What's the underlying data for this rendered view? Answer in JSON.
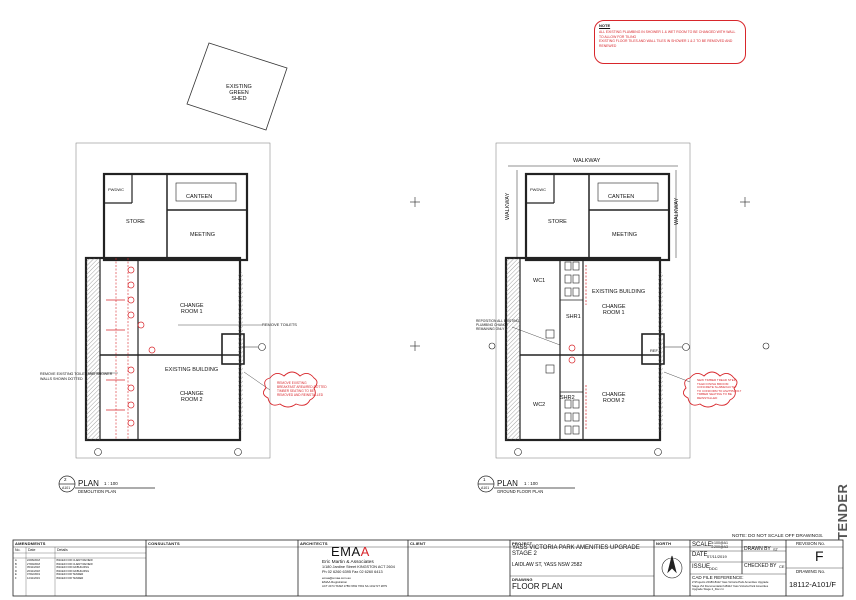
{
  "drawing": {
    "shed_label": [
      "EXISTING",
      "GREEN",
      "SHED"
    ],
    "note": {
      "title": "NOTE",
      "lines": [
        "ALL EXISTING PLUMBING IN SHOWER 1 & WET ROOM TO BE CHANGED WITH WALL",
        "TO ALLOW FOR TILING",
        "EXISTING FLOOR TILES AND WALL TILES IN SHOWER 1 & 2 TO BE REMOVED AND",
        "RENEWED"
      ]
    },
    "left_plan": {
      "rooms": {
        "pwdwc": "PWDWC",
        "canteen": "CANTEEN",
        "store": "STORE",
        "meeting": "MEETING",
        "change1": [
          "CHANGE",
          "ROOM 1"
        ],
        "existing": "EXISTING BUILDING",
        "change2": [
          "CHANGE",
          "ROOM 2"
        ]
      },
      "annotations": {
        "remove_toilets": "REMOVE TOILETS",
        "remove_existing": [
          "REMOVE EXISTING TOILET AND SHOWER",
          "WALLS SHOWN DOTTED"
        ],
        "cloud_note": [
          "REMOVE EXISTING",
          "BREAKFAST AREA/RED DOTTED",
          "TIMBER SEATING TO BE",
          "REMOVED AND REINSTALLED"
        ]
      },
      "title": {
        "number": "2",
        "sheet": "A101",
        "plan": "PLAN",
        "scale": "1 : 100",
        "subtitle": "DEMOLITION PLAN"
      }
    },
    "right_plan": {
      "rooms": {
        "walkway": "WALKWAY",
        "walkway_left": "WALKWAY",
        "walkway_right": "WALKWAY",
        "pwdwc": "PWDWC",
        "canteen": "CANTEEN",
        "store": "STORE",
        "meeting": "MEETING",
        "wc1": "WC1",
        "existing": "EXISTING BUILDING",
        "change1": [
          "CHANGE",
          "ROOM 1"
        ],
        "shr1": "SHR1",
        "ref": "REF",
        "wc2": "WC2",
        "shr2": "SHR2",
        "change2": [
          "CHANGE",
          "ROOM 2"
        ]
      },
      "annotations": {
        "reposition": [
          "REPOSITION ALL EXISTING",
          "PLUMBING CHANGE",
          "REMAINING ONLY"
        ],
        "cloud_note": [
          "NEW TIMBER TREAD STEP,",
          "TILED FINISH BROOM",
          "CONCRETE SLAB/EXACTLY",
          "TO CONFORM TO AS2755-2017",
          "TIMBER SEATING TO BE",
          "REINSTALLED"
        ]
      },
      "title": {
        "number": "1",
        "sheet": "A101",
        "plan": "PLAN",
        "scale": "1 : 100",
        "subtitle": "GROUND FLOOR PLAN"
      }
    },
    "do_not_scale": "NOTE: DO NOT SCALE OFF DRAWINGS.",
    "tender": "TENDER"
  },
  "title_block": {
    "amendments": {
      "label": "AMENDMENTS",
      "headers": [
        "No.",
        "Date",
        "Details"
      ],
      "rows": [
        [
          "A",
          "22/08/2018",
          "ISSUED FOR CLIENT REVIEW"
        ],
        [
          "B",
          "27/09/2018",
          "ISSUED FOR CLIENT REVIEW"
        ],
        [
          "C",
          "05/11/2018",
          "ISSUED FOR DA/BUILDING"
        ],
        [
          "D",
          "26/11/2018",
          "ISSUED FOR DA/BUILDING"
        ],
        [
          "E",
          "07/02/2019",
          "ISSUED FOR TENDER"
        ],
        [
          "F",
          "12/11/2019",
          "ISSUED FOR TENDER"
        ]
      ]
    },
    "consultants_label": "CONSULTANTS",
    "architects": {
      "label": "ARCHITECTS",
      "logo": "EMAA",
      "firm": "Eric Martin & Associates",
      "address": "1/180 Jardine Street KINGSTON ACT 2604",
      "phone": "Ph 02 6260 6395   Fax 02 6260 6413",
      "email": "emaa@emaa.com.au",
      "web": "EMAA Registration",
      "nominee": "ACT 2474 TASM 1789 NSW 7691 SA 1312 NT 2879"
    },
    "client_label": "CLIENT",
    "project": {
      "label": "PROJECT",
      "name": "YASS VICTORIA PARK AMENITIES UPGRADE",
      "stage": "STAGE 2",
      "address": "LAIDLAW ST, YASS NSW 2582"
    },
    "drawing_label": "DRAWING",
    "drawing_name": "FLOOR PLAN",
    "north_label": "NORTH",
    "scale": {
      "label": "SCALE:",
      "values": [
        "1:100@A1",
        "1:200@A3"
      ]
    },
    "date": {
      "label": "DATE",
      "value": "07/11/2019"
    },
    "issue": {
      "label": "ISSUE",
      "value": "DDC"
    },
    "drawn_by": {
      "label": "DRAWN BY",
      "value": "ST"
    },
    "checked_by": {
      "label": "CHECKED BY",
      "value": "CE"
    },
    "revision": {
      "label": "REVISION No.",
      "value": "F"
    },
    "drawing_no": {
      "label": "DRAWING No.",
      "value": "18112-A101/F"
    },
    "cad": {
      "label": "CAD FILE REFERENCE:",
      "lines": [
        "Z:\\Projects 2018\\18112 Yass Victoria Park Amenities Upgrade",
        "Stage 2\\4 Documentation\\18112 Yass Victoria Park Amenities",
        "Upgrade Stage 2_Doc.rvt"
      ]
    }
  },
  "colors": {
    "line": "#222222",
    "red": "#d8262b",
    "logo_accent": "#d8262b",
    "hatch": "#555555"
  }
}
